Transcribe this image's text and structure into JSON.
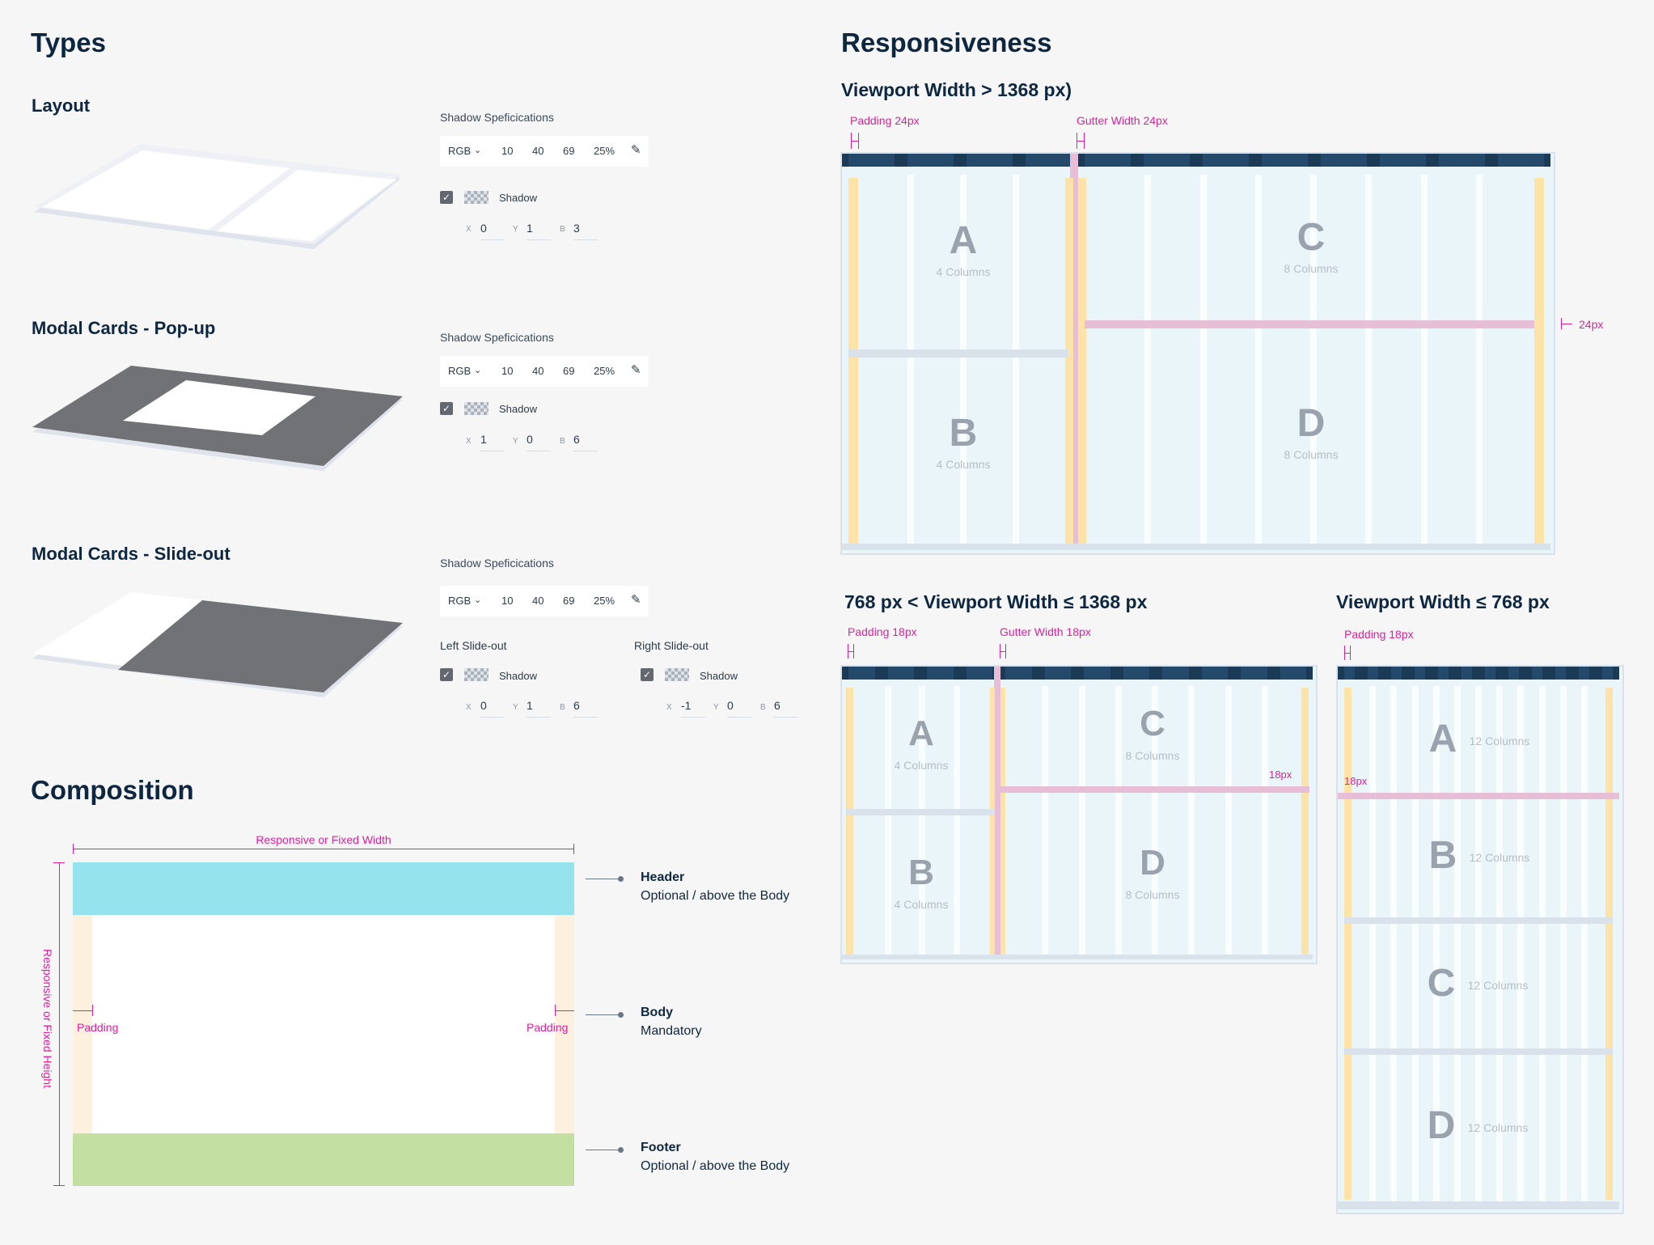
{
  "types": {
    "title": "Types",
    "sections": [
      {
        "title": "Layout",
        "spec_title": "Shadow Speficications",
        "color_mode": "RGB",
        "rgba": [
          "10",
          "40",
          "69",
          "25%"
        ],
        "shadow_label": "Shadow",
        "x": "0",
        "y": "1",
        "b": "3"
      },
      {
        "title": "Modal Cards - Pop-up",
        "spec_title": "Shadow Speficications",
        "color_mode": "RGB",
        "rgba": [
          "10",
          "40",
          "69",
          "25%"
        ],
        "shadow_label": "Shadow",
        "x": "1",
        "y": "0",
        "b": "6"
      },
      {
        "title": "Modal Cards - Slide-out",
        "spec_title": "Shadow Speficications",
        "color_mode": "RGB",
        "rgba": [
          "10",
          "40",
          "69",
          "25%"
        ],
        "left": {
          "title": "Left Slide-out",
          "shadow_label": "Shadow",
          "x": "0",
          "y": "1",
          "b": "6"
        },
        "right": {
          "title": "Right Slide-out",
          "shadow_label": "Shadow",
          "x": "-1",
          "y": "0",
          "b": "6"
        }
      }
    ],
    "axis_labels": {
      "x": "X",
      "y": "Y",
      "b": "B"
    }
  },
  "composition": {
    "title": "Composition",
    "width_label": "Responsive or Fixed Width",
    "height_label": "Responsive or Fixed Height",
    "padding_label": "Padding",
    "parts": [
      {
        "name": "Header",
        "desc": "Optional / above the Body"
      },
      {
        "name": "Body",
        "desc": "Mandatory"
      },
      {
        "name": "Footer",
        "desc": "Optional / above the Body"
      }
    ],
    "colors": {
      "header": "#95e3ed",
      "footer": "#c3dfa1",
      "padding": "#fdf0de"
    }
  },
  "responsiveness": {
    "title": "Responsiveness",
    "large": {
      "title": "Viewport Width > 1368 px)",
      "padding_label": "Padding 24px",
      "gutter_label": "Gutter Width 24px",
      "gap_label": "24px",
      "regions": [
        {
          "letter": "A",
          "cols": "4 Columns"
        },
        {
          "letter": "B",
          "cols": "4 Columns"
        },
        {
          "letter": "C",
          "cols": "8 Columns"
        },
        {
          "letter": "D",
          "cols": "8 Columns"
        }
      ]
    },
    "medium": {
      "title": "768 px < Viewport Width ≤ 1368 px",
      "padding_label": "Padding 18px",
      "gutter_label": "Gutter Width 18px",
      "gap_label": "18px",
      "regions": [
        {
          "letter": "A",
          "cols": "4 Columns"
        },
        {
          "letter": "B",
          "cols": "4 Columns"
        },
        {
          "letter": "C",
          "cols": "8 Columns"
        },
        {
          "letter": "D",
          "cols": "8 Columns"
        }
      ]
    },
    "small": {
      "title": "Viewport Width ≤ 768 px",
      "padding_label": "Padding 18px",
      "gap_label": "18px",
      "regions": [
        {
          "letter": "A",
          "cols": "12 Columns"
        },
        {
          "letter": "B",
          "cols": "12 Columns"
        },
        {
          "letter": "C",
          "cols": "12 Columns"
        },
        {
          "letter": "D",
          "cols": "12 Columns"
        }
      ]
    },
    "colors": {
      "topbar": "#1b3a56",
      "column": "#e4f4f8",
      "gutter": "#ffffff",
      "padding": "#fde3a7",
      "gutter_marker": "#e6bfd6",
      "annotation": "#e0219a"
    }
  }
}
